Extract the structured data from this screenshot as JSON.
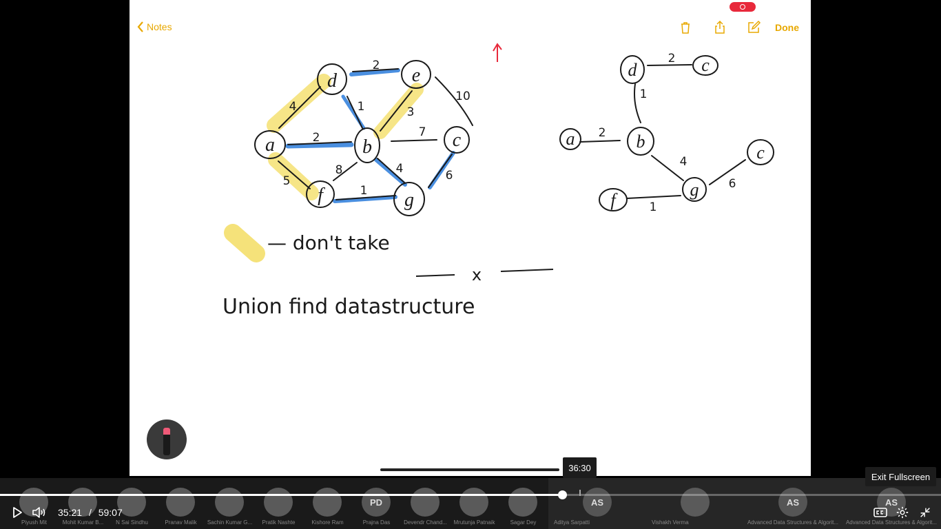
{
  "notes_app": {
    "back_label": "Notes",
    "done_label": "Done",
    "toolbar_icons": [
      "trash-icon",
      "share-icon",
      "compose-icon"
    ]
  },
  "drawing": {
    "graph_left": {
      "nodes": [
        "d",
        "e",
        "a",
        "b",
        "c",
        "f",
        "g"
      ],
      "edge_weights": [
        "4",
        "2",
        "1",
        "3",
        "10",
        "2",
        "7",
        "8",
        "4",
        "5",
        "1",
        "6"
      ]
    },
    "graph_right": {
      "nodes": [
        "d",
        "c",
        "a",
        "b",
        "c",
        "f",
        "g"
      ],
      "edge_weights": [
        "2",
        "1",
        "2",
        "4",
        "6",
        "1"
      ]
    },
    "legend_text": "— don't take",
    "divider_mark": "x",
    "heading_text": "Union find datastructure"
  },
  "player": {
    "current_time": "35:21",
    "separator": "/",
    "total_time": "59:07",
    "progress_fraction": 0.597,
    "hover_time": "36:30",
    "exit_fullscreen_tooltip": "Exit Fullscreen"
  },
  "participants": [
    {
      "initials": "",
      "name": "Piyush Mit"
    },
    {
      "initials": "",
      "name": "Mohit Kumar B..."
    },
    {
      "initials": "",
      "name": "N Sai Sindhu"
    },
    {
      "initials": "",
      "name": "Pranav Malik"
    },
    {
      "initials": "",
      "name": "Sachin Kumar G..."
    },
    {
      "initials": "",
      "name": "Pratik Nashte"
    },
    {
      "initials": "",
      "name": "Kishore Ram"
    },
    {
      "initials": "PD",
      "name": "Prajna Das"
    },
    {
      "initials": "",
      "name": "Devendr Chand..."
    },
    {
      "initials": "",
      "name": "Mrutunja Patnaik"
    },
    {
      "initials": "",
      "name": "Sagar Dey"
    },
    {
      "initials": "AS",
      "name": "Aditya Sarpatti"
    },
    {
      "initials": "",
      "name": "Vishakh Verma"
    },
    {
      "initials": "AS",
      "name": "Advanced Data Structures & Algorit..."
    },
    {
      "initials": "AS",
      "name": "Advanced Data Structures & Algorit..."
    }
  ],
  "colors": {
    "accent": "#e8a800",
    "highlight_yellow": "#f5e27a",
    "highlight_blue": "#4a8fe0",
    "record_red": "#e8293b",
    "ink": "#1a1a1a"
  }
}
